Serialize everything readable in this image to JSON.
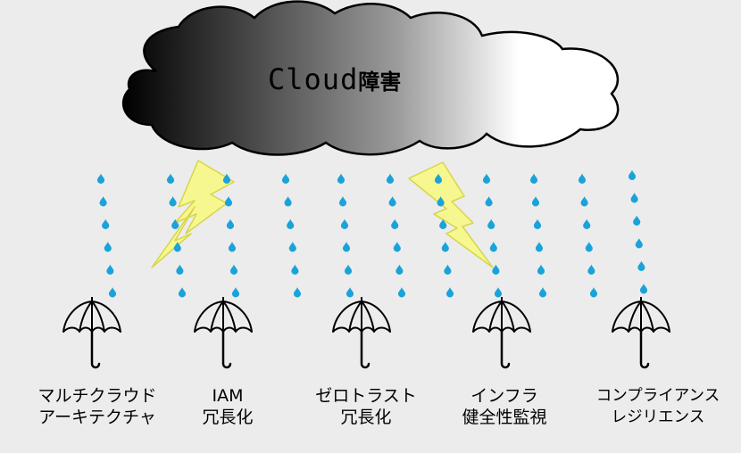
{
  "cloud": {
    "title_latin": "Cloud",
    "title_jp": "障害"
  },
  "umbrellas": [
    {
      "line1": "マルチクラウド",
      "line2": "アーキテクチャ"
    },
    {
      "line1": "IAM",
      "line2": "冗長化"
    },
    {
      "line1": "ゼロトラスト",
      "line2": "冗長化"
    },
    {
      "line1": "インフラ",
      "line2": "健全性監視"
    },
    {
      "line1": "コンプライアンス",
      "line2": "レジリエンス"
    }
  ],
  "colors": {
    "background": "#ececec",
    "raindrop": "#1aa3d9",
    "lightning": "#f5f58a",
    "lightning_stroke": "#d8d84a"
  },
  "icons": [
    "cloud-icon",
    "lightning-icon",
    "raindrop-icon",
    "umbrella-icon"
  ]
}
